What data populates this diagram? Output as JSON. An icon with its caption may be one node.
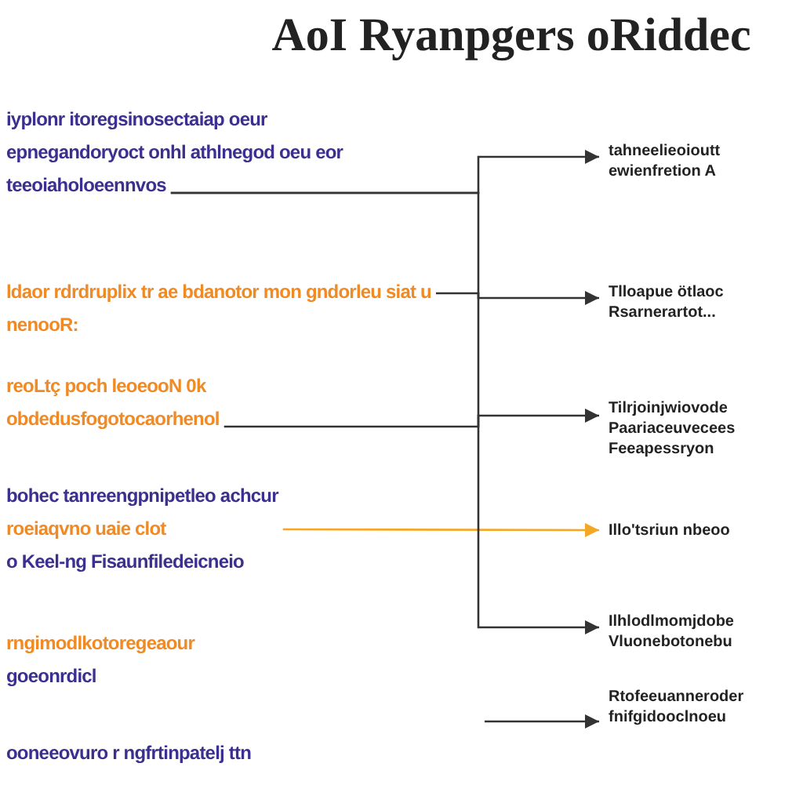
{
  "diagram": {
    "title": "AoI Ryanpgers oRiddec",
    "nodes": [
      {
        "text": [
          "iyplonr itoregsinosectaiap oeur epnegandoryoct onhl athlnegod oeu eor teeoiaholoeennvos"
        ]
      },
      {
        "text": [
          "ldaor rdrdruplix tr ae bdanotor mon gndorleu siat u nenooR:"
        ]
      },
      {
        "text": [
          "reoLtç poch leoeooN 0k obdedusfogotocaorhenol"
        ]
      },
      {
        "text": [
          "bohec tanreengpnipetleo achcur",
          "roeiaqvno uaie clot",
          "o Keel-ng Fisaunfiledeicneio"
        ]
      },
      {
        "text": [
          "rngimodlkotoregeaour",
          "goeonrdicl"
        ]
      },
      {
        "text": [
          "tahneelieoioutt ewienfretion A"
        ]
      },
      {
        "text": [
          "Tlloapue ötlaoc Rsarnerartot..."
        ]
      },
      {
        "text": [
          "Tilrjoinjwiovode Paariaceuvecees Feeapessryon"
        ]
      },
      {
        "text": [
          "Illo'tsriun nbeoo"
        ]
      },
      {
        "text": [
          "Ilhlodlmomjdobe Vluonebotonebu"
        ]
      },
      {
        "text": [
          "Rtofeeuanneroder fnifgidooclnoeu"
        ]
      }
    ],
    "edges": [
      {
        "from": 0,
        "to": 5,
        "arrow": "to"
      },
      {
        "from": 1,
        "to": 6,
        "arrow": "to"
      },
      {
        "from": 2,
        "to": 7,
        "arrow": "to"
      },
      {
        "from": 3,
        "to": 8,
        "arrow": "to",
        "color": "#f5a623"
      },
      {
        "from": 0,
        "to": 9,
        "arrow": "to"
      },
      {
        "from": null,
        "to": 10,
        "arrow": "to"
      }
    ],
    "labels": [
      "ooneeovuro r ngfrtinpatelj ttn"
    ]
  }
}
